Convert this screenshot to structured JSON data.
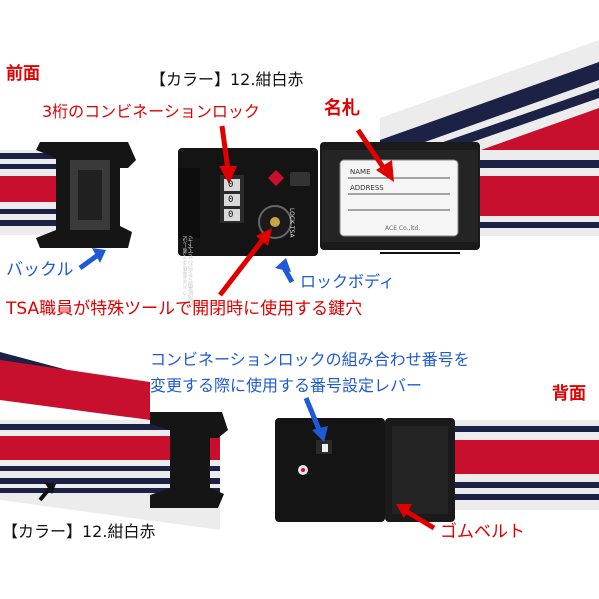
{
  "labels": {
    "front": "前面",
    "color_top": "【カラー】12.紺白赤",
    "combination_lock": "3桁のコンビネーションロック",
    "name_tag": "名札",
    "buckle": "バックル",
    "lock_body": "ロックボディ",
    "tsa_keyhole": "TSA職員が特殊ツールで開閉時に使用する鍵穴",
    "setting_lever_line1": "コンビネーションロックの組み合わせ番号を",
    "setting_lever_line2": "変更する際に使用する番号設定レバー",
    "back": "背面",
    "color_bottom": "【カラー】12.紺白赤",
    "rubber_belt": "ゴムベルト"
  },
  "tag": {
    "name": "NAME",
    "address": "ADDRESS",
    "maker": "ACE Co.,ltd."
  },
  "lock": {
    "digits": [
      "0",
      "0",
      "0"
    ],
    "instruction": "バックルを最後まで差し込み暗証番号を合わせて下さい",
    "dial_text": "LOCK TSA"
  },
  "colors": {
    "red_label": "#e00000",
    "blue_label": "#1e5ad8",
    "strap_red": "#c8102e",
    "strap_navy": "#1c2146",
    "strap_white": "#ececec"
  }
}
